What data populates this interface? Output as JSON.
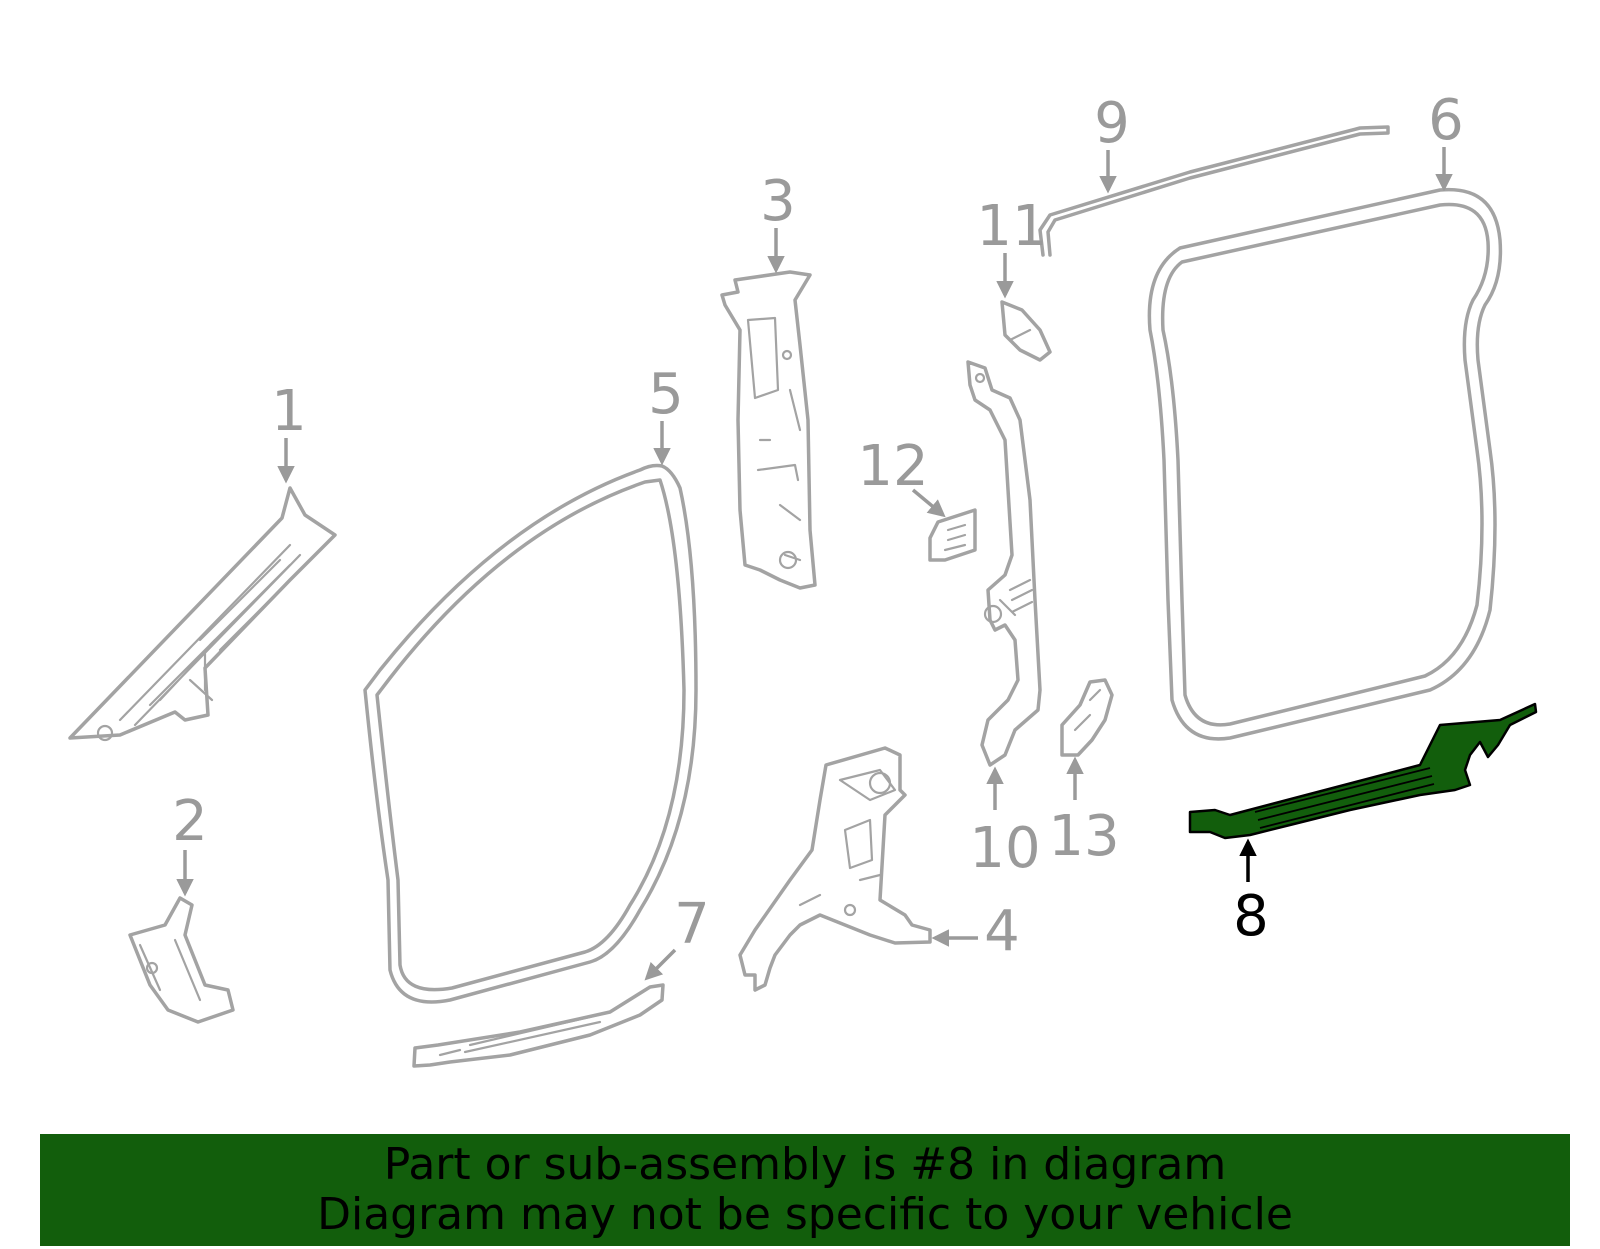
{
  "colors": {
    "part_outline": "#a3a3a3",
    "callout": "#9a9a9a",
    "highlight_fill": "#125e0c",
    "highlight_callout": "#000000",
    "banner_bg": "#125e0c",
    "banner_text": "#000000"
  },
  "callouts": [
    {
      "id": "1",
      "label": "1"
    },
    {
      "id": "2",
      "label": "2"
    },
    {
      "id": "3",
      "label": "3"
    },
    {
      "id": "4",
      "label": "4"
    },
    {
      "id": "5",
      "label": "5"
    },
    {
      "id": "6",
      "label": "6"
    },
    {
      "id": "7",
      "label": "7"
    },
    {
      "id": "8",
      "label": "8",
      "highlighted": true
    },
    {
      "id": "9",
      "label": "9"
    },
    {
      "id": "10",
      "label": "10"
    },
    {
      "id": "11",
      "label": "11"
    },
    {
      "id": "12",
      "label": "12"
    },
    {
      "id": "13",
      "label": "13"
    }
  ],
  "banner": {
    "line1": "Part or sub-assembly is #8 in diagram",
    "line2": "Diagram may not be specific to your vehicle"
  }
}
